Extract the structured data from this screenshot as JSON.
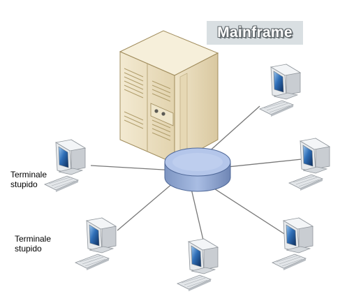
{
  "title": "Mainframe",
  "labels": [
    {
      "line1": "Terminale",
      "line2": "stupido"
    },
    {
      "line1": "Terminale",
      "line2": "stupido"
    }
  ],
  "icons": {
    "mainframe": "mainframe-server-icon",
    "hub": "network-hub-icon",
    "terminal": "dumb-terminal-icon"
  },
  "colors": {
    "server_body": "#efe4c8",
    "hub": "#8fa9d6",
    "terminal_case": "#e7eaed",
    "screen": "#1f4e8c",
    "link": "#777777",
    "title_bg": "#d9dfe2"
  }
}
